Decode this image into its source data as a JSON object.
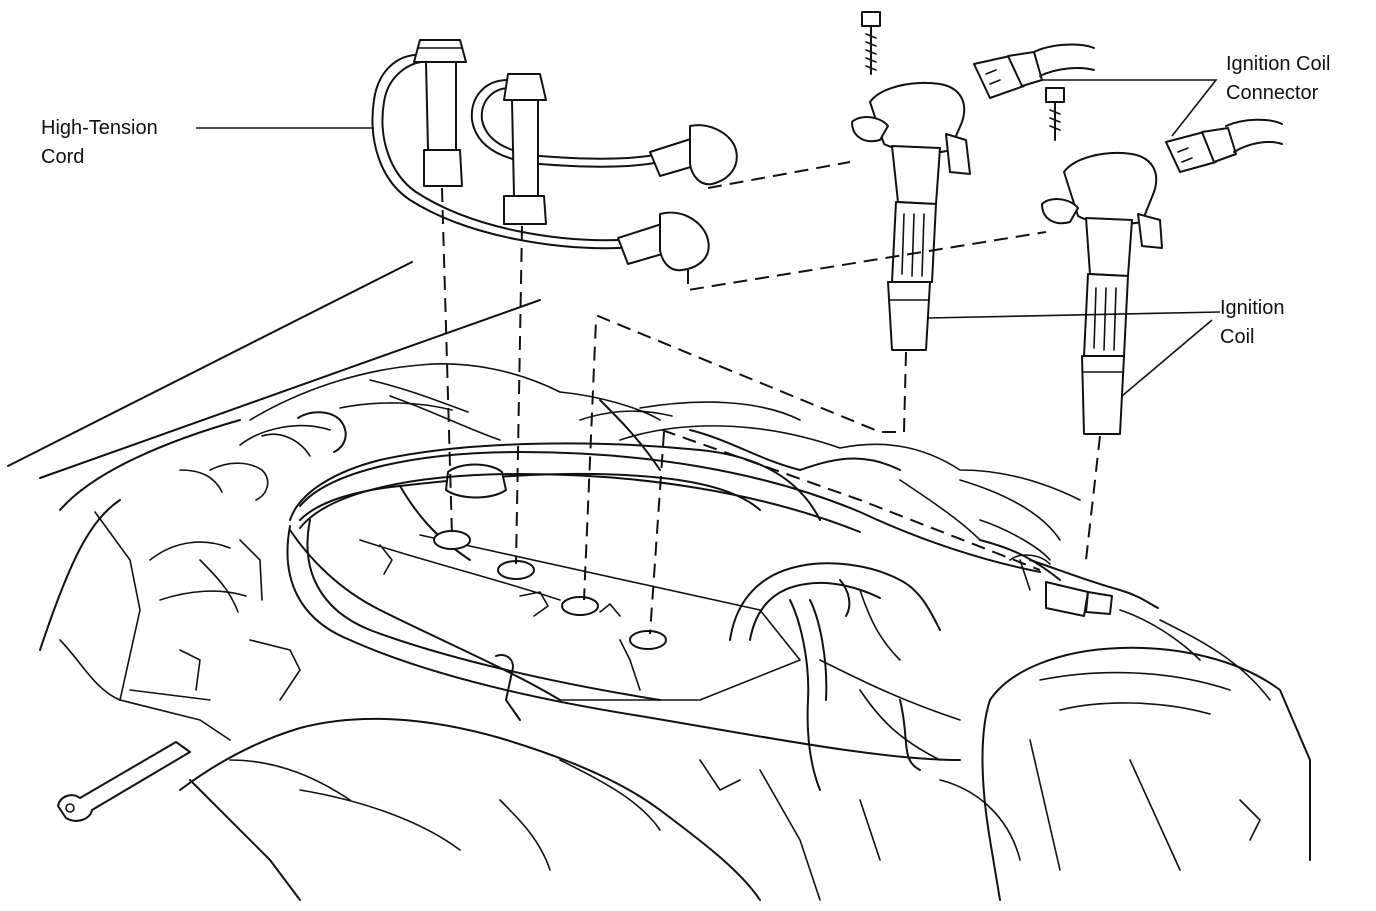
{
  "labels": {
    "high_tension_cord": [
      "High-Tension",
      "Cord"
    ],
    "ignition_coil_connector": [
      "Ignition Coil",
      "Connector"
    ],
    "ignition_coil": [
      "Ignition",
      "Coil"
    ]
  },
  "colors": {
    "ink": "#111111",
    "background": "#ffffff"
  }
}
